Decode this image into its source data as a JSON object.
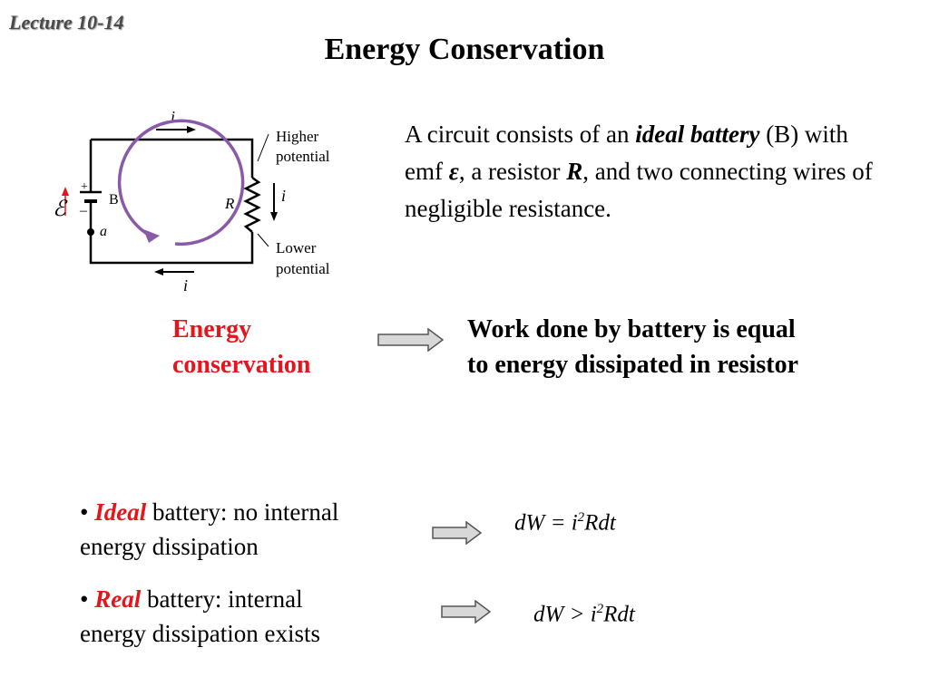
{
  "header": {
    "lecture": "Lecture 10-14",
    "title": "Energy Conservation"
  },
  "circuit": {
    "current_label": "i",
    "battery_label": "B",
    "emf_symbol": "ℰ",
    "plus": "+",
    "minus": "–",
    "point_label": "a",
    "resistor_label": "R",
    "higher_1": "Higher",
    "higher_2": "potential",
    "lower_1": "Lower",
    "lower_2": "potential"
  },
  "description": {
    "p1": "A circuit consists of an ",
    "b1": "ideal battery",
    "p2": " (B) with emf ",
    "b2": "ε",
    "p3": ", a resistor ",
    "b3": "R",
    "p4": ", and two connecting wires of negligible resistance."
  },
  "energy": {
    "line1": "Energy",
    "line2": "conservation",
    "result1": "Work done by battery is equal",
    "result2": "to energy dissipated in resistor"
  },
  "bullets": [
    {
      "mark": "• ",
      "keyword": "Ideal",
      "line1": " battery: no internal",
      "line2": "energy dissipation"
    },
    {
      "mark": "• ",
      "keyword": "Real",
      "line1": " battery: internal",
      "line2": "energy dissipation exists"
    }
  ],
  "equations": {
    "eq1_left": "dW",
    "eq1_op": " = ",
    "eq1_i": "i",
    "eq1_exp": "2",
    "eq1_right": "Rdt",
    "eq2_left": "dW",
    "eq2_op": " > ",
    "eq2_i": "i",
    "eq2_exp": "2",
    "eq2_right": "Rdt"
  },
  "colors": {
    "accent_red": "#e8141c",
    "circuit_purple": "#8a5aa8",
    "arrow_fill": "#d8d8d8"
  }
}
